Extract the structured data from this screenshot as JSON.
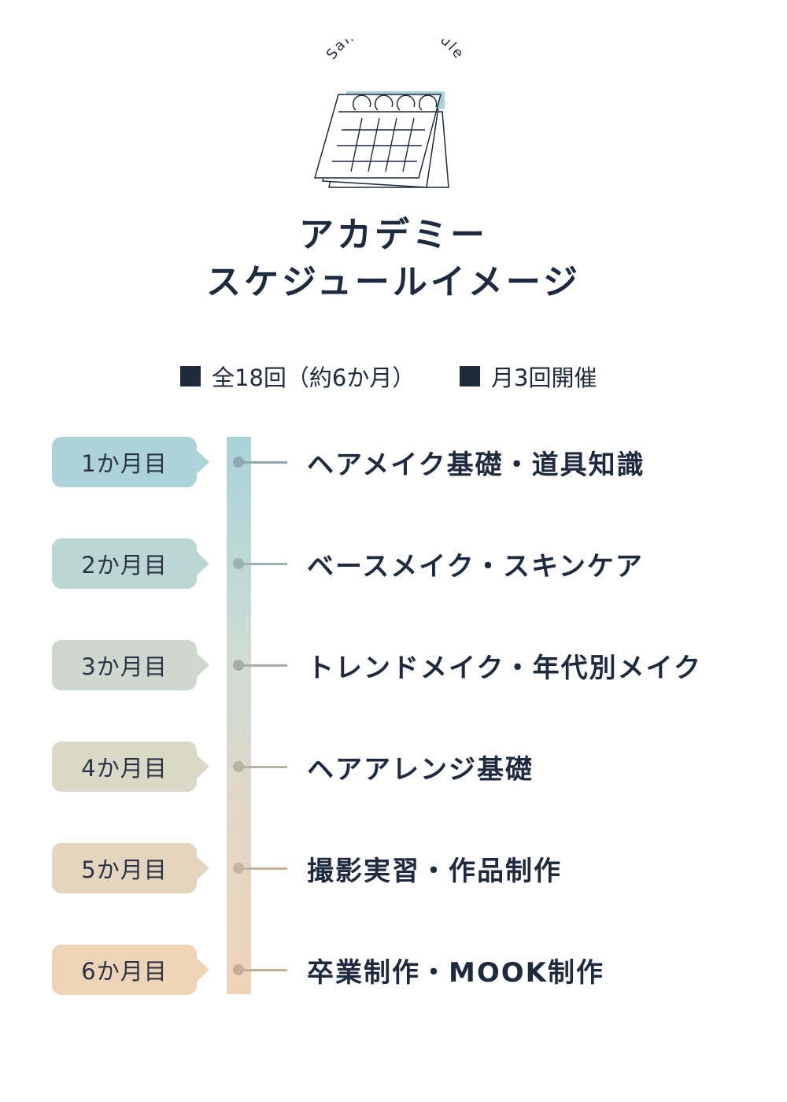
{
  "header": {
    "arc_text": "Sample Schedule",
    "title_line1": "アカデミー",
    "title_line2": "スケジュールイメージ"
  },
  "meta": {
    "item1": "全18回（約6か月）",
    "item2": "月3回開催"
  },
  "colors": {
    "navy": "#1e2a3e",
    "teal": "#a8d3d8",
    "sand": "#efd4b8"
  },
  "timeline": [
    {
      "month": "1か月目",
      "title": "ヘアメイク基礎・道具知識",
      "color": "#acd3d7",
      "dot": "#8fa9ad"
    },
    {
      "month": "2か月目",
      "title": "ベースメイク・スキンケア",
      "color": "#bcd6d3",
      "dot": "#9db3b1"
    },
    {
      "month": "3か月目",
      "title": "トレンドメイク・年代別メイク",
      "color": "#cfd8ce",
      "dot": "#a6ada4"
    },
    {
      "month": "4か月目",
      "title": "ヘアアレンジ基礎",
      "color": "#dad9c8",
      "dot": "#b5b3a3"
    },
    {
      "month": "5か月目",
      "title": "撮影実習・作品制作",
      "color": "#e4d5be",
      "dot": "#c3b49e"
    },
    {
      "month": "6か月目",
      "title": "卒業制作・MOOK制作",
      "color": "#eed3b7",
      "dot": "#c7ae96"
    }
  ]
}
